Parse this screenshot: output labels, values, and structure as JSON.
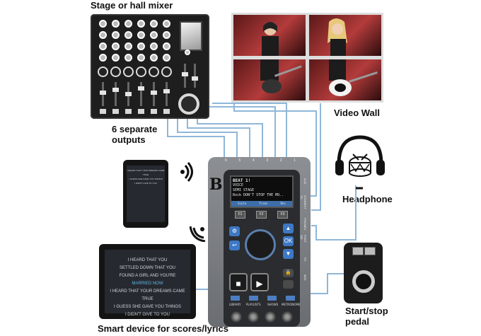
{
  "labels": {
    "mixer": "Stage or hall mixer",
    "outputs_line1": "6 separate",
    "outputs_line2": "outputs",
    "videowall": "Video Wall",
    "headphone": "Headphone",
    "pedal_line1": "Start/stop",
    "pedal_line2": "pedal",
    "smartdevice": "Smart device for scores/lyrics"
  },
  "device": {
    "screen_lines": [
      "BEAT 1!",
      "VOICE",
      "SEMI STAGE",
      "Rock DON'T STOP THE MU.."
    ],
    "tabs": [
      "Scale",
      "Trans",
      "Rec"
    ],
    "f_buttons": [
      "F1",
      "F2",
      "F3"
    ],
    "bottom_buttons": [
      "LIBRARY",
      "PLAYLISTS",
      "SHOWS",
      "METRONOME"
    ],
    "port_numbers": [
      "6",
      "5",
      "4",
      "3",
      "2",
      "1"
    ],
    "side_labels": [
      "AUX",
      "CONNECT TO",
      "PHONES",
      "FOOT SW",
      "PC",
      "MIDI"
    ],
    "logo_letter": "B"
  },
  "tablet_small": {
    "lines": [
      "I HEARD THAT YOUR DREAMS CAME TRUE",
      "I GUESS SHE GAVE YOU THINGS",
      "I DIDN'T GIVE TO YOU"
    ]
  },
  "tablet_large": {
    "lines": [
      "I HEARD THAT YOU",
      "SETTLED DOWN THAT YOU",
      "FOUND A GIRL AND YOU'RE",
      "MARRIED NOW",
      "I HEARD THAT YOUR DREAMS CAME TRUE",
      "I GUESS SHE GAVE YOU THINGS",
      "I DIDN'T GIVE TO YOU"
    ],
    "highlight_index": 3
  },
  "colors": {
    "wire": "#8fb7d9",
    "accent_blue": "#3e78c4"
  }
}
